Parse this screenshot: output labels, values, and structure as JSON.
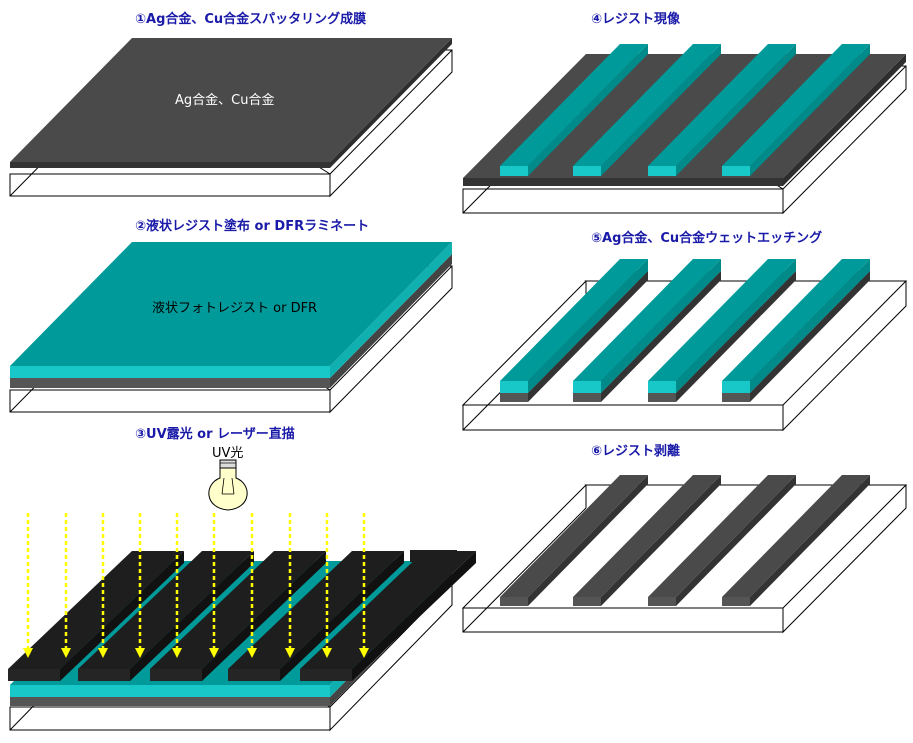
{
  "steps": [
    {
      "title": "①Ag合金、Cu合金スパッタリング成膜",
      "label": "Ag合金、Cu合金"
    },
    {
      "title": "②液状レジスト塗布 or DFRラミネート",
      "label": "液状フォトレジスト or DFR"
    },
    {
      "title": "③UV露光 or レーザー直描",
      "lamp_label": "UV光"
    },
    {
      "title": "④レジスト現像"
    },
    {
      "title": "⑤Ag合金、Cu合金ウェットエッチング"
    },
    {
      "title": "⑥レジスト剥離"
    }
  ],
  "colors": {
    "title": "#1a1aa8",
    "metal_top": "#4a4a4a",
    "metal_side": "#3a3a3a",
    "resist_top": "#009a9a",
    "resist_side": "#18c8c8",
    "mask": "#1e1e1e",
    "light": "#ffff00",
    "substrate": "#ffffff"
  }
}
